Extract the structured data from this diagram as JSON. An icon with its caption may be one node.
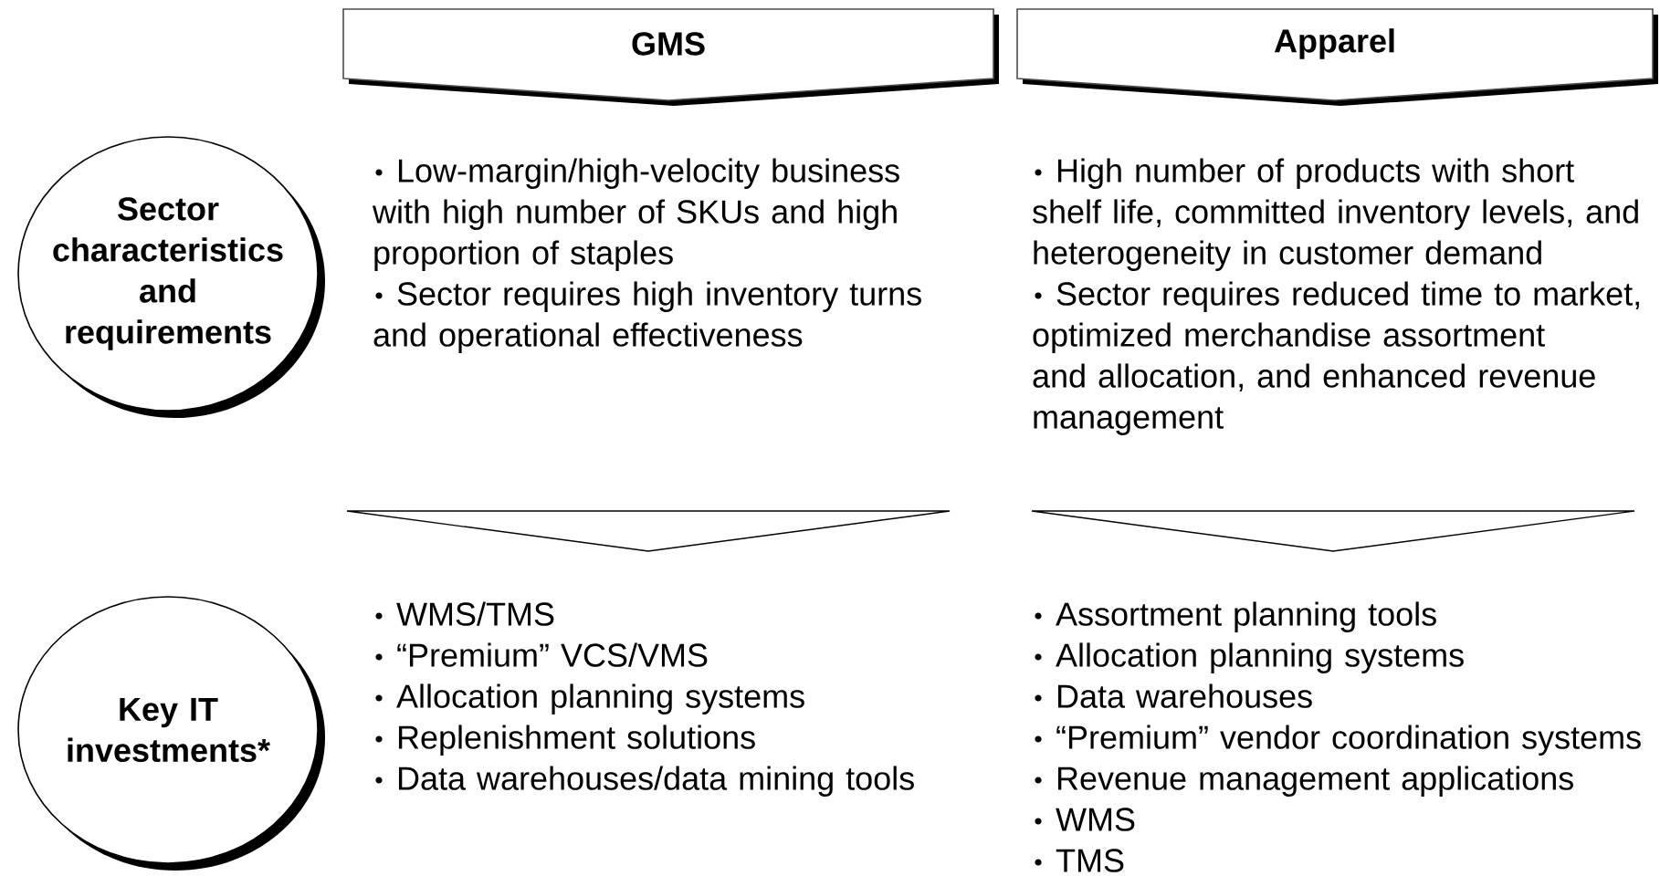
{
  "diagram": {
    "nodes": [
      {
        "text": [
          "GMS"
        ]
      },
      {
        "text": [
          "Apparel"
        ]
      },
      {
        "text": [
          "Sector characteristics and requirements"
        ]
      },
      {
        "text": [],
        "shape": "triangle"
      },
      {
        "text": [],
        "shape": "triangle"
      },
      {
        "text": [
          "Key IT investments*"
        ]
      }
    ],
    "labels": [
      "Low-margin/high-velocity business with high number of SKUs and high proportion of staples",
      "Sector requires high inventory turns and operational effectiveness",
      "High number of products with short shelf life, committed inventory levels, and heterogeneity in customer demand",
      "Sector requires reduced time to market, optimized merchandise assortment and allocation, and enhanced revenue management",
      "WMS/TMS",
      "“Premium” VCS/VMS",
      "Allocation planning systems",
      "Replenishment solutions",
      "Data warehouses/data mining tools",
      "Assortment planning tools",
      "Allocation planning systems",
      "Data warehouses",
      "“Premium” vendor coordination systems",
      "Revenue management applications",
      "WMS",
      "TMS"
    ]
  }
}
